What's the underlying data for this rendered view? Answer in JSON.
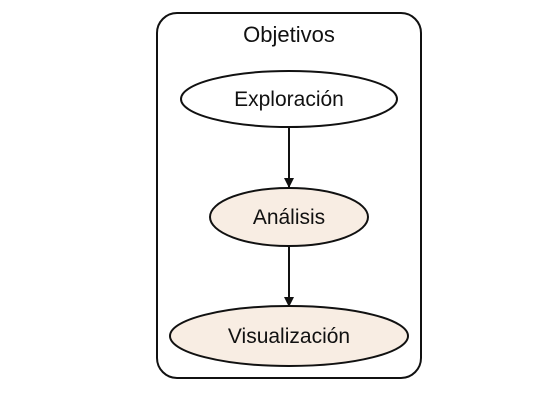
{
  "diagram": {
    "title": "Objetivos",
    "nodes": [
      {
        "label": "Exploración",
        "fill": "#ffffff"
      },
      {
        "label": "Análisis",
        "fill": "#f8ede3"
      },
      {
        "label": "Visualización",
        "fill": "#f8ede3"
      }
    ],
    "edges": [
      {
        "from": "Exploración",
        "to": "Análisis"
      },
      {
        "from": "Análisis",
        "to": "Visualización"
      }
    ],
    "colors": {
      "stroke": "#111111",
      "node_fill_light": "#f8ede3"
    }
  }
}
